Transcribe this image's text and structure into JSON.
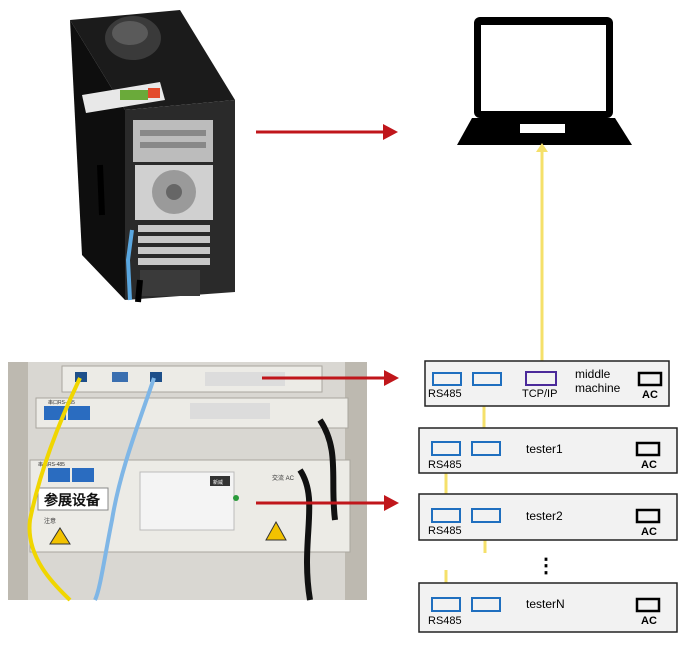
{
  "labels": {
    "rs485": "RS485",
    "tcpip": "TCP/IP",
    "ac": "AC",
    "middle_line1": "middle",
    "middle_line2": "machine",
    "tester1": "tester1",
    "tester2": "tester2",
    "testerN": "testerN",
    "ellipsis": "⋮"
  },
  "photo_text": {
    "sticker": "参展设备",
    "port_label": "串口RS-485",
    "ac_label": "交流 AC",
    "brand": "新威",
    "caution": "注意"
  },
  "colors": {
    "port_blue": "#1f6fbf",
    "port_purple": "#4b2a9a",
    "arrow_red": "#c0161b",
    "cable_yellow": "#f5e06a",
    "box_fill": "#f2f2f2",
    "box_stroke": "#222222"
  },
  "icons": [
    "laptop-icon",
    "desktop-tower-icon",
    "computer-mouse-icon",
    "equipment-rack-photo"
  ]
}
